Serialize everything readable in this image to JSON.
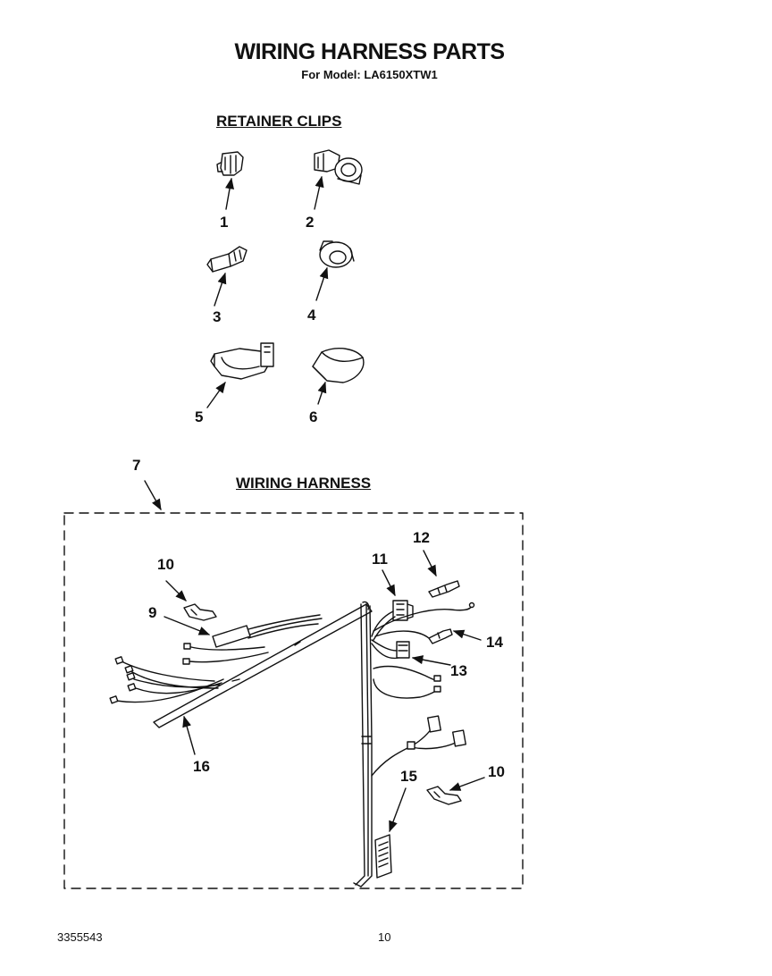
{
  "header": {
    "title": "WIRING HARNESS PARTS",
    "subtitle": "For Model: LA6150XTW1"
  },
  "sections": {
    "retainer_clips": "RETAINER CLIPS",
    "wiring_harness": "WIRING HARNESS"
  },
  "callouts": {
    "c1": "1",
    "c2": "2",
    "c3": "3",
    "c4": "4",
    "c5": "5",
    "c6": "6",
    "c7": "7",
    "c9": "9",
    "c10a": "10",
    "c10b": "10",
    "c11": "11",
    "c12": "12",
    "c13": "13",
    "c14": "14",
    "c15": "15",
    "c16": "16"
  },
  "footer": {
    "part_number": "3355543",
    "page_number": "10"
  }
}
